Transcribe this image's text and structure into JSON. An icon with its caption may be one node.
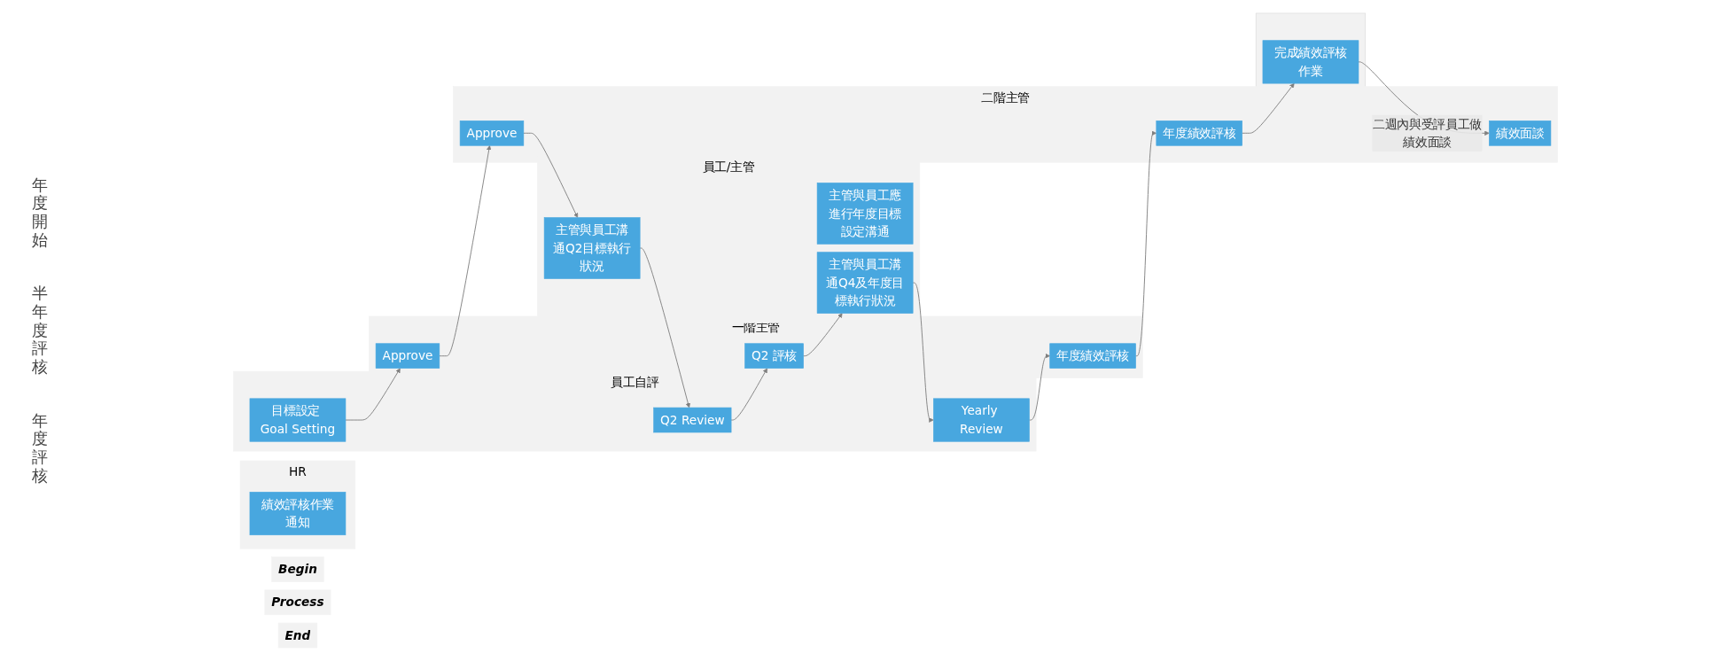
{
  "diagram": {
    "nodes": [
      {
        "text": [
          "Begin"
        ]
      },
      {
        "text": [
          "Process"
        ]
      },
      {
        "text": [
          "End"
        ]
      },
      {
        "text": [
          "HR"
        ]
      },
      {
        "text": [
          "績效評核作業通知"
        ],
        "in": 3
      },
      {
        "text": [
          "員工/主管"
        ]
      },
      {
        "text": [
          "主管與員工應進行年度目標設定溝通"
        ],
        "in": 5
      },
      {
        "text": [
          "主管與員工溝通Q2目標執行狀況"
        ],
        "in": 5
      },
      {
        "text": [
          "主管與員工溝通Q4及年度目標執行狀況"
        ],
        "in": 5
      },
      {
        "text": [
          "員工自評"
        ]
      },
      {
        "text": [
          "目標設定 Goal Setting"
        ],
        "in": 9
      },
      {
        "text": [
          "Q2 Review"
        ],
        "in": 9
      },
      {
        "text": [
          "Yearly Review"
        ],
        "in": 9
      },
      {
        "text": [
          "一階主管"
        ]
      },
      {
        "text": [
          "Approve"
        ],
        "in": 13
      },
      {
        "text": [
          "Q2 評核"
        ],
        "in": 13
      },
      {
        "text": [
          "年度績效評核"
        ],
        "in": 13
      },
      {
        "text": [
          "二階主管"
        ]
      },
      {
        "text": [
          "Approve"
        ],
        "in": 17
      },
      {
        "text": [
          "年度績效評核"
        ],
        "in": 17
      },
      {
        "text": [
          "績效面談"
        ],
        "in": 17
      },
      {
        "text": [],
        "shape": "box"
      },
      {
        "text": [
          "完成績效評核作業"
        ],
        "in": 21
      }
    ],
    "edges": [
      {
        "from": 10,
        "to": 14,
        "arrow": "to"
      },
      {
        "from": 14,
        "to": 18,
        "arrow": "to"
      },
      {
        "from": 18,
        "to": 7,
        "arrow": "to"
      },
      {
        "from": 7,
        "to": 11,
        "arrow": "to"
      },
      {
        "from": 11,
        "to": 15,
        "arrow": "to"
      },
      {
        "from": 15,
        "to": 8,
        "arrow": "to"
      },
      {
        "from": 8,
        "to": 12,
        "arrow": "to"
      },
      {
        "from": 12,
        "to": 16,
        "arrow": "to"
      },
      {
        "from": 16,
        "to": 19,
        "arrow": "to"
      },
      {
        "from": 19,
        "to": 22,
        "arrow": "to"
      },
      {
        "from": 22,
        "to": 20,
        "arrow": "to",
        "label": "二週內與受評員工做績效面談"
      }
    ],
    "labels": [
      "年度開始",
      "半年度評核",
      "年度評核"
    ]
  }
}
